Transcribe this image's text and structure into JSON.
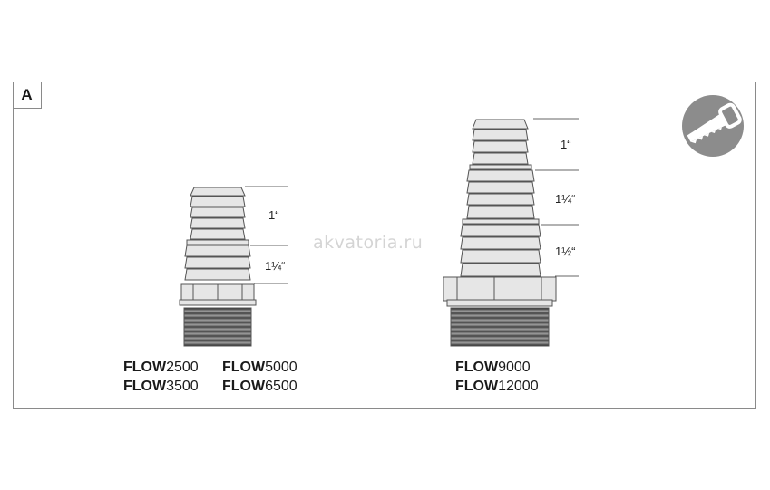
{
  "panel": {
    "label": "A"
  },
  "watermark": "akvatoria.ru",
  "icon": {
    "name": "saw-cut-icon",
    "bg": "#8c8c8c"
  },
  "small_adapter": {
    "sizes": [
      "1“",
      "1¼“"
    ],
    "models": [
      {
        "prefix": "FLOW",
        "number": "2500"
      },
      {
        "prefix": "FLOW",
        "number": "5000"
      },
      {
        "prefix": "FLOW",
        "number": "3500"
      },
      {
        "prefix": "FLOW",
        "number": "6500"
      }
    ]
  },
  "large_adapter": {
    "sizes": [
      "1“",
      "1¼“",
      "1½“"
    ],
    "models": [
      {
        "prefix": "FLOW",
        "number": "9000"
      },
      {
        "prefix": "FLOW",
        "number": "12000"
      }
    ]
  },
  "colors": {
    "fitting_fill": "#e6e6e6",
    "outline": "#555555",
    "thread": "#5a5a5a"
  }
}
